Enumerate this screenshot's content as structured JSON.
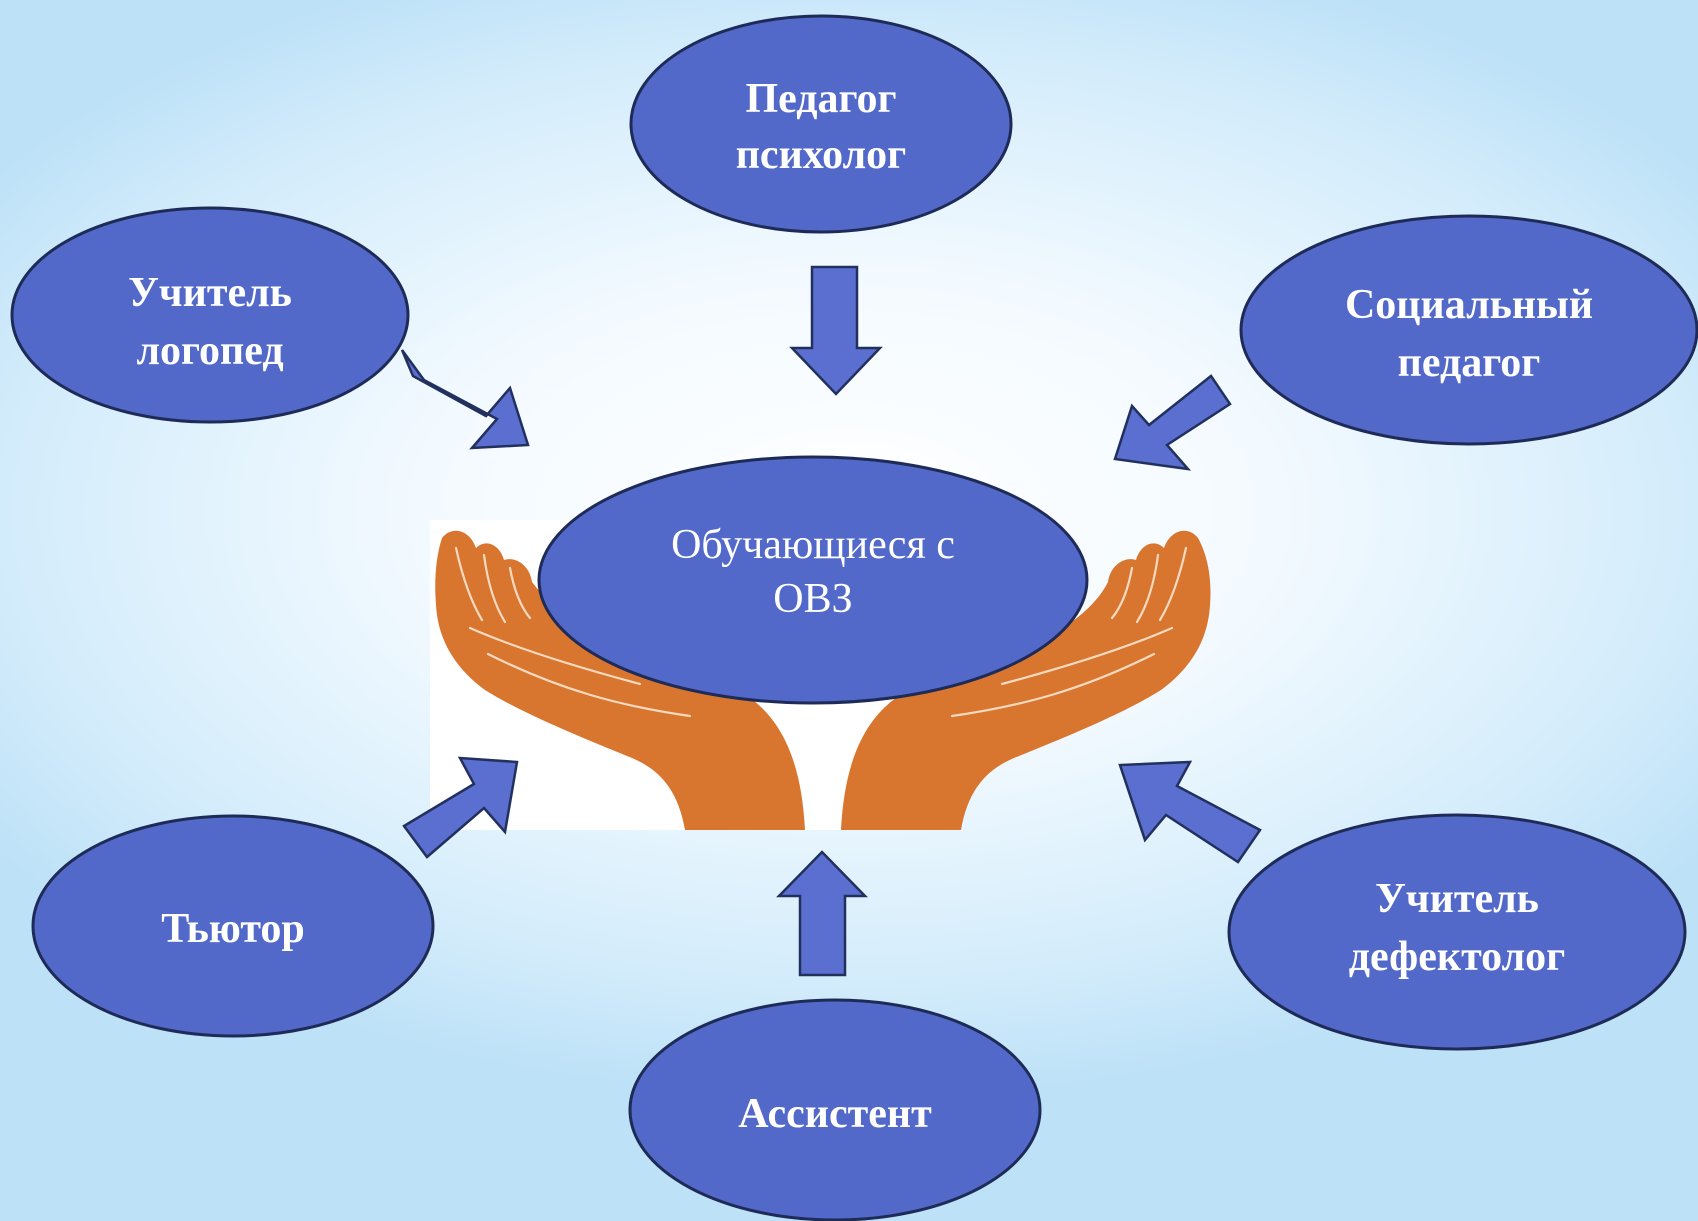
{
  "diagram": {
    "center": {
      "line1": "Обучающиеся с",
      "line2": "ОВЗ"
    },
    "nodes": {
      "pedagog_psiholog": {
        "line1": "Педагог",
        "line2": "психолог"
      },
      "uchitel_logoped": {
        "line1": "Учитель",
        "line2": "логопед"
      },
      "socialny_pedagog": {
        "line1": "Социальный",
        "line2": "педагог"
      },
      "tyutor": {
        "line1": "Тьютор"
      },
      "uchitel_defektolog": {
        "line1": "Учитель",
        "line2": "дефектолог"
      },
      "assistent": {
        "line1": "Ассистент"
      }
    }
  },
  "colors": {
    "node_fill": "#5269ca",
    "node_stroke": "#1f2b57",
    "arrow_fill": "#5b6fd0",
    "hands": "#d8762f",
    "background": "#d3ecfb"
  }
}
